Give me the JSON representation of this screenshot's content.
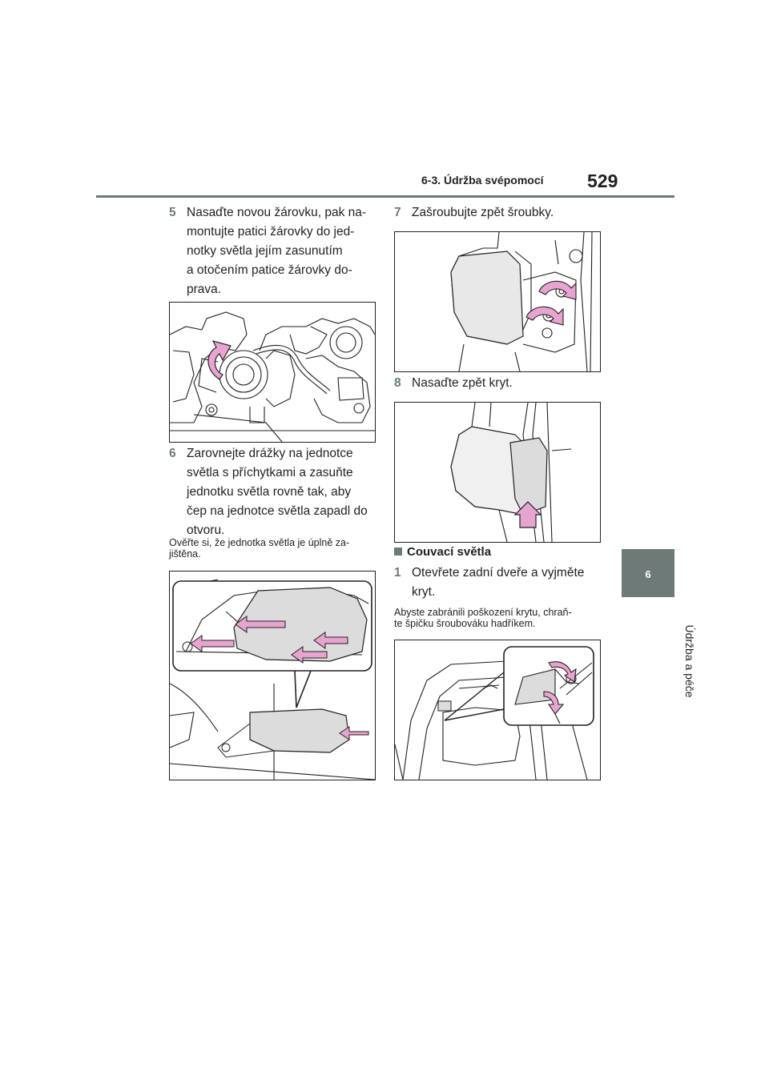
{
  "header": {
    "section": "6-3. Údržba svépomocí",
    "page_number": "529"
  },
  "side_tab": {
    "chapter": "6",
    "label": "Údržba a péče"
  },
  "steps": {
    "s5": {
      "num": "5",
      "lines": [
        "Nasaďte novou žárovku, pak na-",
        "montujte patici žárovky do jed-",
        "notky světla jejím zasunutím",
        "a otočením patice žárovky do-",
        "prava."
      ]
    },
    "s6": {
      "num": "6",
      "lines": [
        "Zarovnejte drážky na jednotce",
        "světla s příchytkami a zasuňte",
        "jednotku světla rovně tak, aby",
        "čep na jednotce světla zapadl do",
        "otvoru."
      ]
    },
    "note6": {
      "lines": [
        "Ověřte si, že jednotka světla je úplně za-",
        "jištěna."
      ]
    },
    "s7": {
      "num": "7",
      "lines": [
        "Zašroubujte zpět šroubky."
      ]
    },
    "s8": {
      "num": "8",
      "lines": [
        "Nasaďte zpět kryt."
      ]
    },
    "section": {
      "title": "Couvací světla"
    },
    "s1": {
      "num": "1",
      "lines": [
        "Otevřete zadní dveře a vyjměte",
        "kryt."
      ]
    },
    "note1": {
      "lines": [
        "Abyste zabránili poškození krytu, chraň-",
        "te špičku šroubováku hadříkem."
      ]
    }
  },
  "colors": {
    "accent": "#6d7a78",
    "arrow_fill": "#e8a4d0",
    "part_fill": "#dcdcdc"
  }
}
